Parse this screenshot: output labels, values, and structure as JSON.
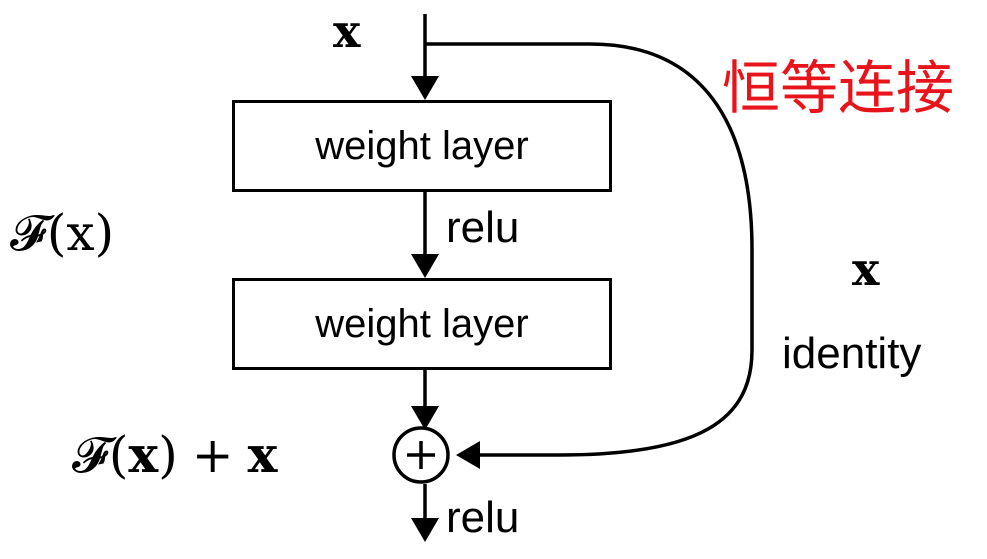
{
  "diagram": {
    "input_label": "x",
    "layer1_label": "weight layer",
    "relu1_label": "relu",
    "layer2_label": "weight layer",
    "relu2_label": "relu",
    "residual_label": "𝓕(x)",
    "residual_F": "𝓕",
    "sum_plus": "+",
    "skip_x_label": "x",
    "identity_label": "identity",
    "chinese_title": "恒等连接",
    "colors": {
      "accent_red": "#e8141c",
      "ink": "#000000"
    },
    "icons": {
      "adder": "circled-plus-icon"
    }
  }
}
